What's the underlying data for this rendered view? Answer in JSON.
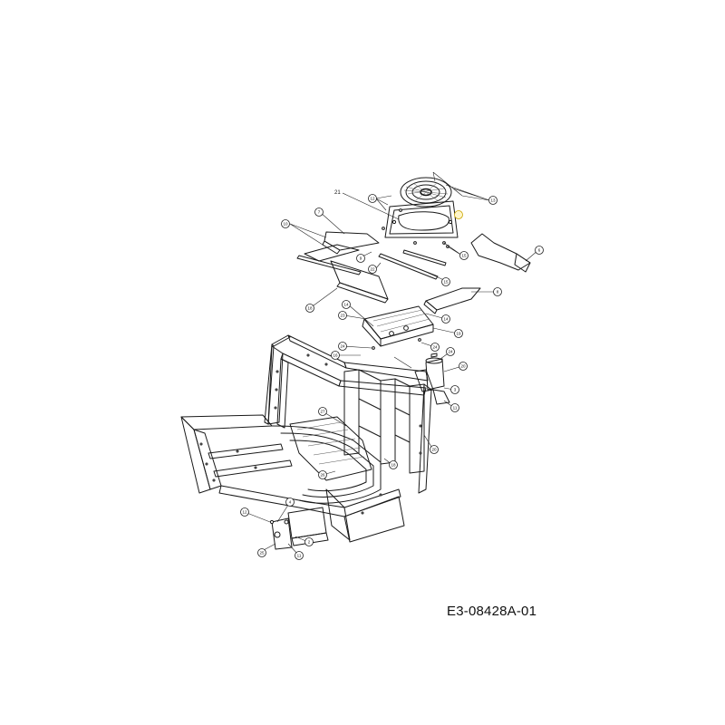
{
  "drawing_code": "E3-08428A-01",
  "callouts": [
    {
      "label": "12"
    },
    {
      "label": "13"
    },
    {
      "label": ""
    },
    {
      "label": "10"
    },
    {
      "label": "7"
    },
    {
      "label": "9"
    },
    {
      "label": "15"
    },
    {
      "label": "22"
    },
    {
      "label": "15"
    },
    {
      "label": "18"
    },
    {
      "label": "6"
    },
    {
      "label": "8"
    },
    {
      "label": "14"
    },
    {
      "label": "23"
    },
    {
      "label": "14"
    },
    {
      "label": "19"
    },
    {
      "label": "24"
    },
    {
      "label": "16"
    },
    {
      "label": "24"
    },
    {
      "label": "24"
    },
    {
      "label": "20"
    },
    {
      "label": "3"
    },
    {
      "label": "11"
    },
    {
      "label": "27"
    },
    {
      "label": "20"
    },
    {
      "label": "18"
    },
    {
      "label": "26"
    },
    {
      "label": "4"
    },
    {
      "label": "12"
    },
    {
      "label": "2"
    },
    {
      "label": "25"
    },
    {
      "label": "11"
    }
  ],
  "plain_labels": [
    {
      "label": "21"
    }
  ],
  "colors": {
    "line": "#1a1a1a",
    "highlight": "#fff6c9"
  }
}
